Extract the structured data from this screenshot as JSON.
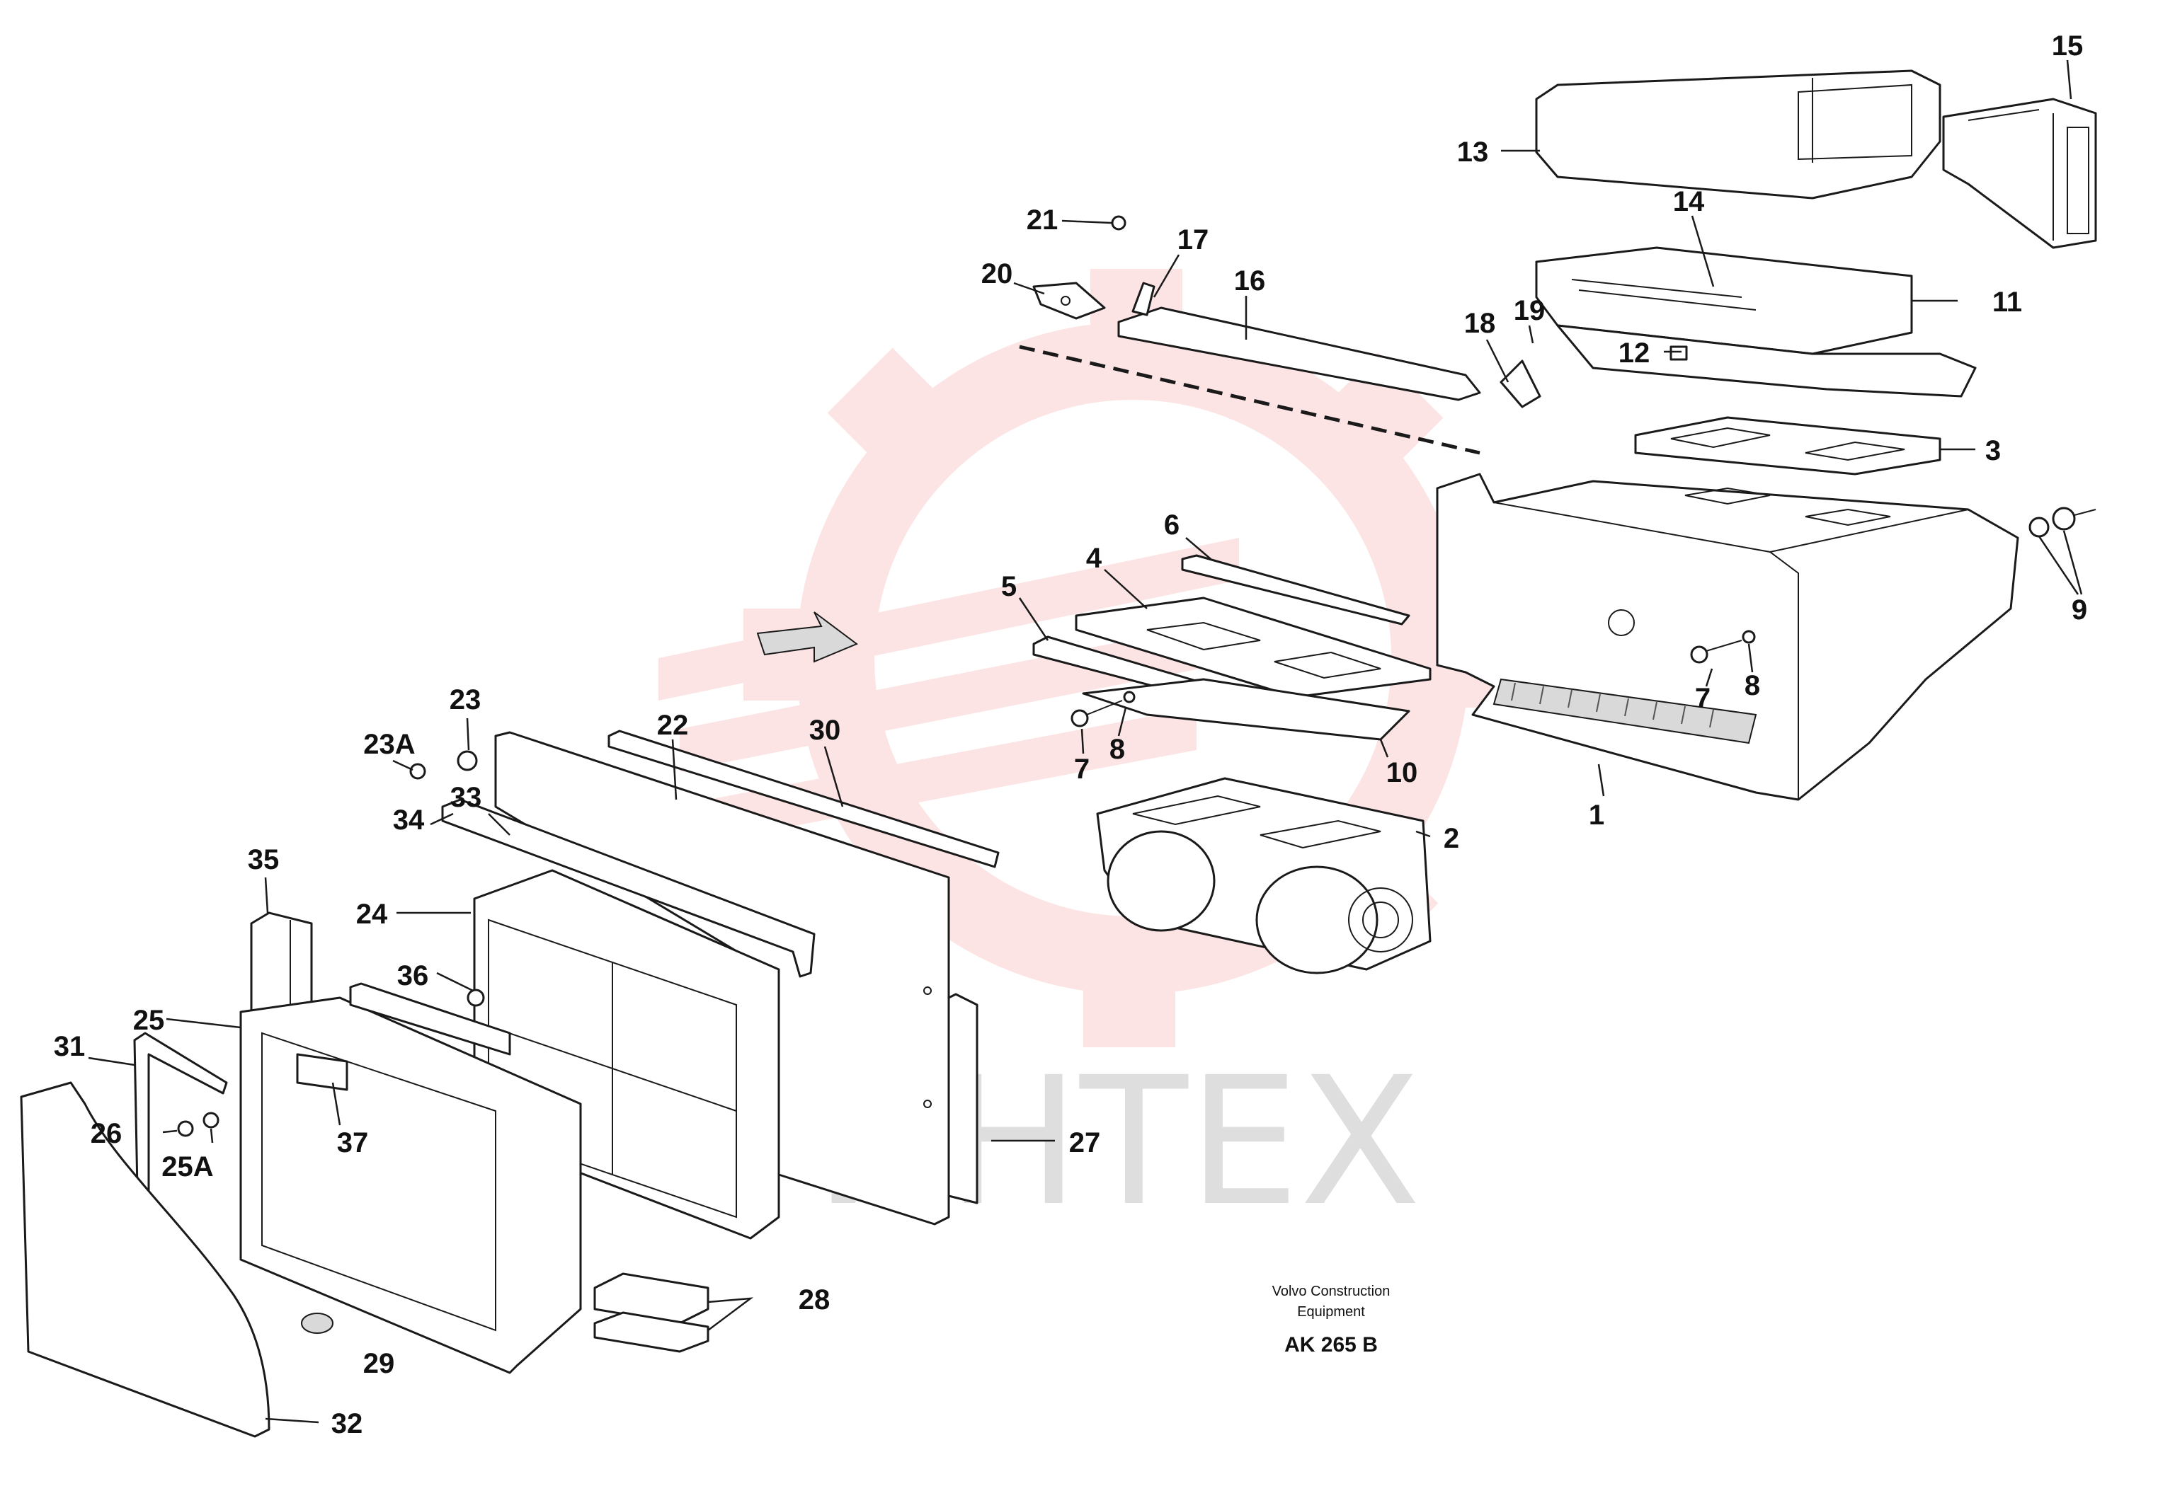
{
  "watermark": {
    "text": "ИНТЕХ",
    "gear_color": "#fde4e4",
    "text_color": "#dedede"
  },
  "callouts": [
    "1",
    "2",
    "3",
    "4",
    "5",
    "6",
    "7",
    "7",
    "7",
    "8",
    "8",
    "8",
    "9",
    "10",
    "11",
    "12",
    "13",
    "14",
    "15",
    "16",
    "17",
    "18",
    "19",
    "20",
    "21",
    "22",
    "23",
    "23A",
    "24",
    "25",
    "25A",
    "26",
    "27",
    "28",
    "29",
    "30",
    "31",
    "32",
    "33",
    "34",
    "35",
    "36",
    "37"
  ],
  "credit": {
    "line1": "Volvo Construction",
    "line2": "Equipment",
    "code": "AK 265 B"
  }
}
